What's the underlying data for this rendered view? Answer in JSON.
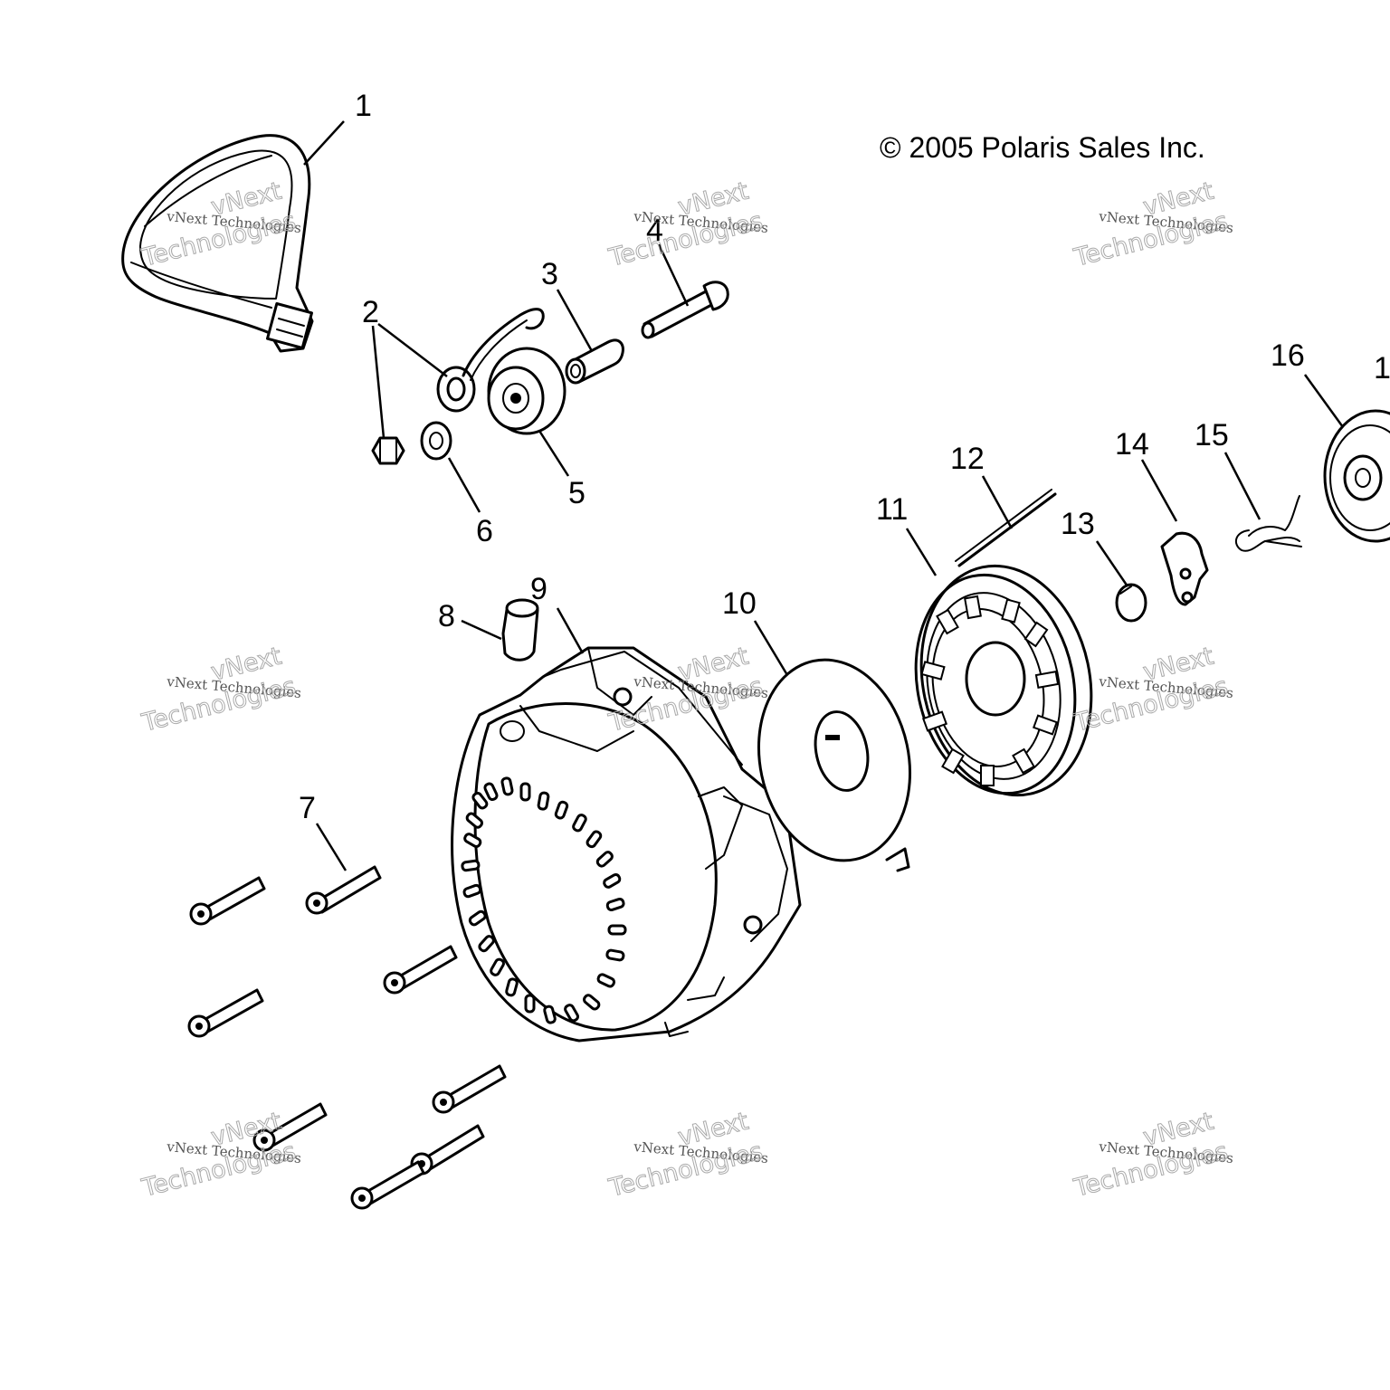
{
  "copyright": "© 2005 Polaris Sales Inc.",
  "watermark": {
    "line1": "vNext",
    "line2": "vNext Technologies",
    "line3": "Technologies"
  },
  "callouts": [
    "1",
    "2",
    "3",
    "4",
    "5",
    "6",
    "7",
    "8",
    "9",
    "10",
    "11",
    "12",
    "13",
    "14",
    "15",
    "16",
    "1"
  ]
}
